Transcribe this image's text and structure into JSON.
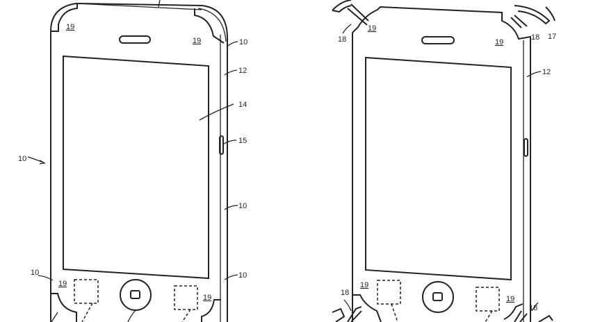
{
  "figure_left": {
    "labels": {
      "device_arrow": "10",
      "edge_top_right": "10",
      "housing": "12",
      "display": "14",
      "side_button": "15",
      "edge_mid_right": "10",
      "edge_bottom_right": "10",
      "edge_bottom_left": "10",
      "corner_top_left": "19",
      "corner_top_right": "19",
      "corner_bottom_left": "19",
      "corner_bottom_right": "19"
    }
  },
  "figure_right": {
    "labels": {
      "bumper_top_left": "18",
      "bumper_top_right_a": "18",
      "bumper_top_right_b": "17",
      "housing": "12",
      "bumper_bottom_left": "18",
      "bumper_bottom_right": "18",
      "corner_top_left": "19",
      "corner_top_right": "19",
      "corner_bottom_left": "19",
      "corner_bottom_right": "19"
    }
  }
}
